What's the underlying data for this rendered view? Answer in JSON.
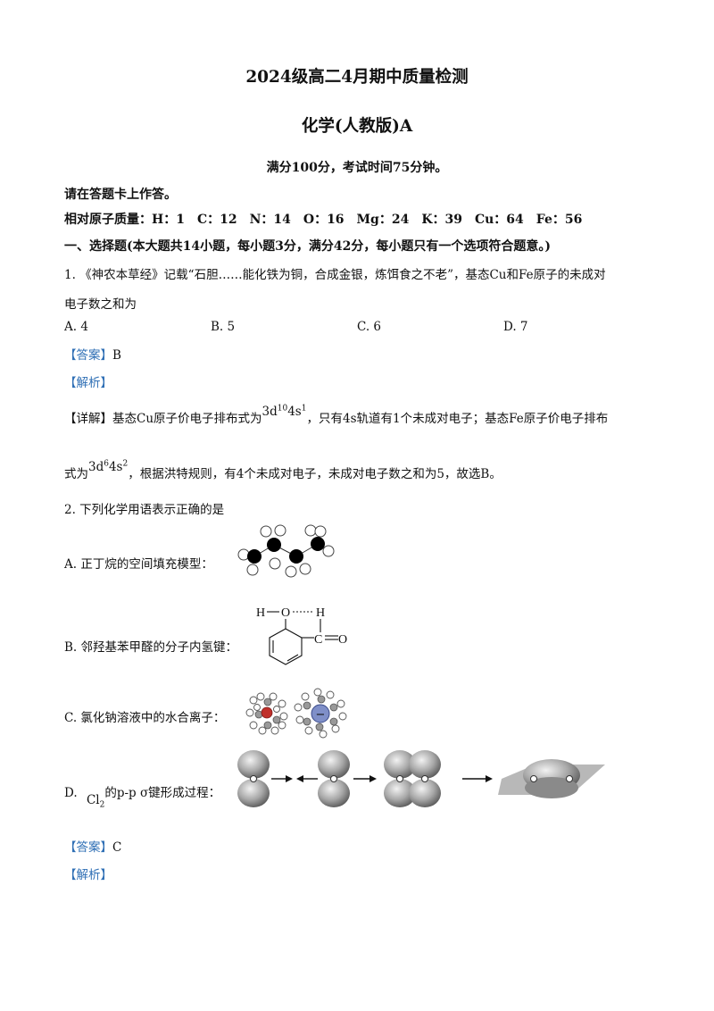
{
  "header": {
    "title": "2024级高二4月期中质量检测",
    "subject": "化学(人教版)A",
    "score_time": "满分100分，考试时间75分钟。"
  },
  "instructions": {
    "answer_on_card": "请在答题卡上作答。",
    "atomic_mass": "相对原子质量：H：1　C：12　N：14　O：16　Mg：24　K：39　Cu：64　Fe：56"
  },
  "section1": {
    "heading": "一、选择题(本大题共14小题，每小题3分，满分42分，每小题只有一个选项符合题意。)"
  },
  "q1": {
    "stem_line1": "1. 《神农本草经》记载“石胆……能化铁为铜，合成金银，炼饵食之不老”，基态Cu和Fe原子的未成对",
    "stem_line2": "电子数之和为",
    "options": [
      "A. 4",
      "B. 5",
      "C. 6",
      "D. 7"
    ],
    "answer_tag": "【答案】",
    "answer": "B",
    "analysis_tag": "【解析】",
    "detail_tag": "【详解】",
    "detail_pre": "基态Cu原子价电子排布式为",
    "cu_config": {
      "a": "3d",
      "a_sup": "10",
      "b": "4s",
      "b_sup": "1"
    },
    "detail_mid": "，只有4s轨道有1个未成对电子；基态Fe原子价电子排布",
    "detail_line2_pre": "式为",
    "fe_config": {
      "a": "3d",
      "a_sup": "6",
      "b": "4s",
      "b_sup": "2"
    },
    "detail_end": "，根据洪特规则，有4个未成对电子，未成对电子数之和为5，故选B。"
  },
  "q2": {
    "stem": "2. 下列化学用语表示正确的是",
    "optA": "A. 正丁烷的空间填充模型：",
    "optB": "B. 邻羟基苯甲醛的分子内氢键：",
    "optC": "C. 氯化钠溶液中的水合离子：",
    "optD_pre": "D.",
    "optD_cl": "Cl",
    "optD_sub": "2",
    "optD_post": "的p-p σ键形成过程：",
    "molB": {
      "h1": "H",
      "o1": "O",
      "h2": "H",
      "c": "C",
      "o2": "O"
    },
    "ion_minus": "−",
    "answer_tag": "【答案】",
    "answer": "C",
    "analysis_tag": "【解析】"
  }
}
